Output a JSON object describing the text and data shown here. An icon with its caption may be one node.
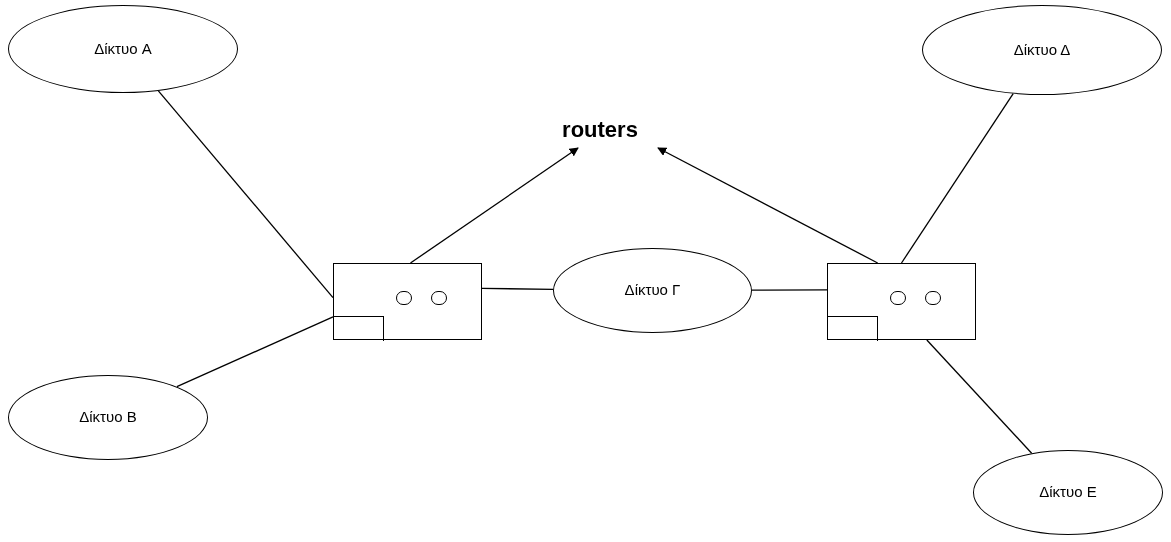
{
  "diagram": {
    "nodes": [
      {
        "text": [
          "Δίκτυο A"
        ]
      },
      {
        "text": [
          "routers"
        ]
      },
      {
        "text": [
          "Δίκτυο Δ"
        ]
      },
      {
        "text": [],
        "shape": "box"
      },
      {
        "text": [
          "Δίκτυο Γ"
        ]
      },
      {
        "text": [],
        "shape": "box"
      },
      {
        "text": [
          "Δίκτυο B"
        ]
      },
      {
        "text": [
          "Δίκτυο E"
        ]
      }
    ],
    "edges": [
      {
        "from": 0,
        "to": 3,
        "arrow": "none"
      },
      {
        "from": 6,
        "to": 3,
        "arrow": "none"
      },
      {
        "from": 3,
        "to": 1,
        "arrow": "to"
      },
      {
        "from": 5,
        "to": 1,
        "arrow": "to"
      },
      {
        "from": 3,
        "to": 4,
        "arrow": "none"
      },
      {
        "from": 4,
        "to": 5,
        "arrow": "none"
      },
      {
        "from": 2,
        "to": 5,
        "arrow": "none"
      },
      {
        "from": 5,
        "to": 7,
        "arrow": "none"
      }
    ]
  }
}
